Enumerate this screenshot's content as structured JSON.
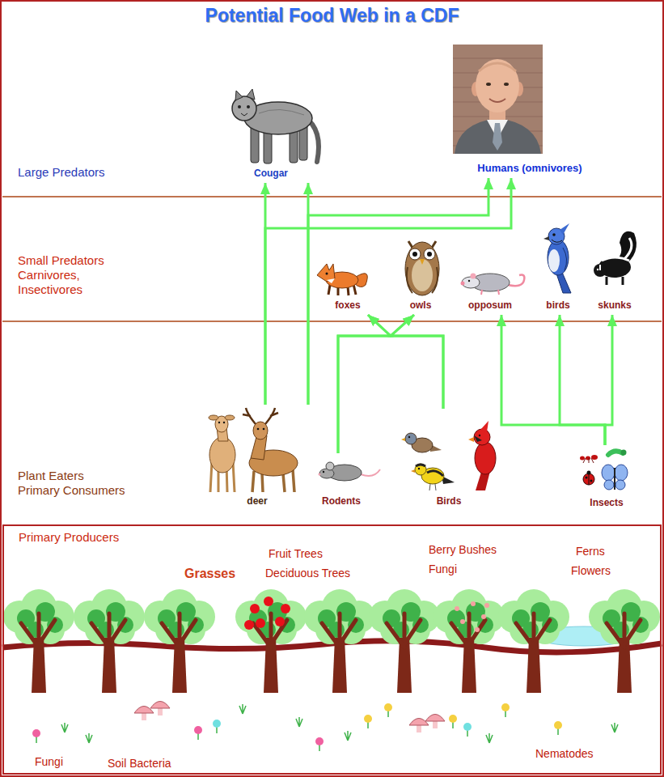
{
  "diagram": {
    "title": "Potential Food Web in a CDF",
    "nodes": [
      {
        "text": [
          "Large Predators"
        ]
      },
      {
        "text": [
          "Cougar"
        ],
        "in": 0
      },
      {
        "text": [
          "Humans (omnivores)"
        ],
        "in": 0
      },
      {
        "text": [
          "Small Predators Carnivores, Insectivores"
        ]
      },
      {
        "text": [
          "foxes"
        ],
        "in": 3
      },
      {
        "text": [
          "owls"
        ],
        "in": 3
      },
      {
        "text": [
          "opposum"
        ],
        "in": 3
      },
      {
        "text": [
          "birds"
        ],
        "in": 3
      },
      {
        "text": [
          "skunks"
        ],
        "in": 3
      },
      {
        "text": [
          "Plant Eaters",
          "Primary Consumers"
        ]
      },
      {
        "text": [
          "deer"
        ],
        "in": 9
      },
      {
        "text": [
          "Rodents"
        ],
        "in": 9
      },
      {
        "text": [
          "Birds"
        ],
        "in": 9
      },
      {
        "text": [
          "Insects"
        ],
        "in": 9
      },
      {
        "text": [
          "Primary Producers"
        ]
      }
    ],
    "edges": [
      {
        "from": 10,
        "to": 1,
        "arrow": "to"
      },
      {
        "from": 10,
        "to": 2,
        "arrow": "to"
      },
      {
        "from": 10,
        "to": 1,
        "arrow": "to"
      },
      {
        "from": 10,
        "to": 2,
        "arrow": "to"
      },
      {
        "from": 11,
        "to": 4,
        "arrow": "to"
      },
      {
        "from": 11,
        "to": 5,
        "arrow": "to"
      },
      {
        "from": 12,
        "to": 4,
        "arrow": "to"
      },
      {
        "from": 12,
        "to": 5,
        "arrow": "to"
      },
      {
        "from": 13,
        "to": 6,
        "arrow": "to"
      },
      {
        "from": 13,
        "to": 7,
        "arrow": "to"
      },
      {
        "from": 13,
        "to": 8,
        "arrow": "to"
      }
    ],
    "labels": [
      "Grasses",
      "Fruit Trees",
      "Deciduous Trees",
      "Berry Bushes",
      "Fungi",
      "Ferns",
      "Flowers",
      "Fungi",
      "Soil Bacteria",
      "Nematodes"
    ]
  }
}
